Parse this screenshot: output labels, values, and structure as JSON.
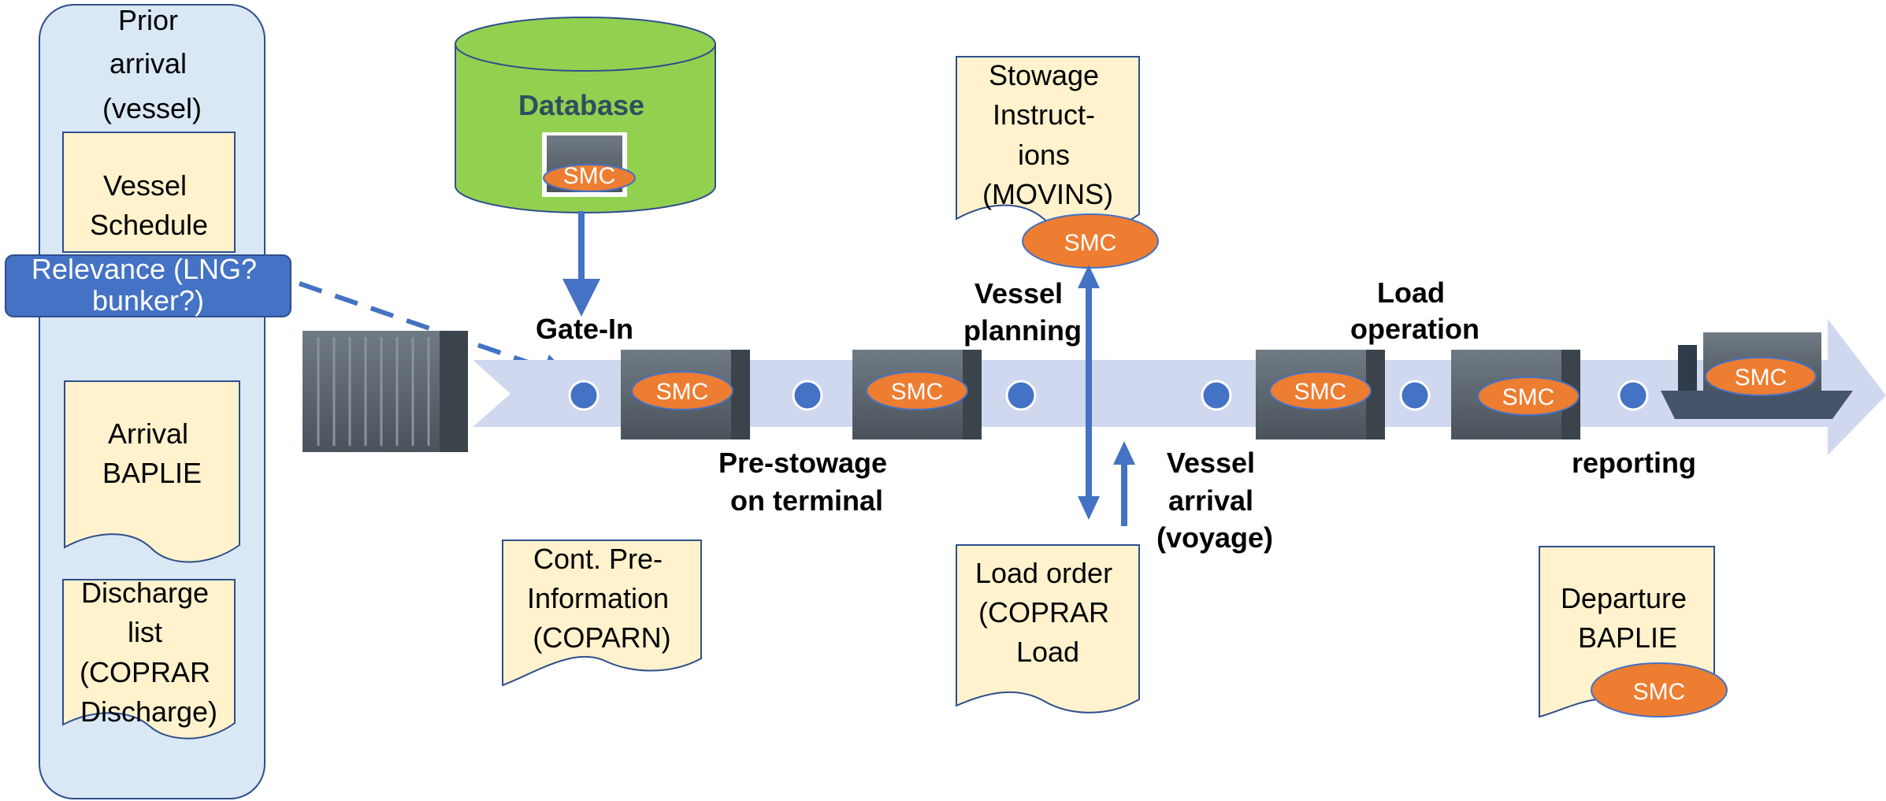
{
  "prior_arrival": {
    "title_lines": [
      "Prior",
      "arrival",
      "(vessel)"
    ],
    "vessel_schedule": [
      "Vessel",
      "Schedule"
    ],
    "relevance": [
      "Relevance (LNG?",
      "bunker?)"
    ],
    "arrival_baplie": [
      "Arrival",
      "BAPLIE"
    ],
    "discharge_list": [
      "Discharge",
      "list",
      "(COPRAR",
      "Discharge)"
    ]
  },
  "database": {
    "label": "Database",
    "smc": "SMC"
  },
  "steps": {
    "gate_in": [
      "Gate-In"
    ],
    "pre_stowage": [
      "Pre-stowage",
      "on terminal"
    ],
    "vessel_planning": [
      "Vessel",
      "planning"
    ],
    "vessel_arrival": [
      "Vessel",
      "arrival",
      "(voyage)"
    ],
    "load_operation": [
      "Load",
      "operation"
    ],
    "reporting": [
      "reporting"
    ]
  },
  "documents": {
    "coparn": [
      "Cont. Pre-",
      "Information",
      "(COPARN)"
    ],
    "movins": [
      "Stowage",
      "Instruct-",
      "ions",
      "(MOVINS)"
    ],
    "load_order": [
      "Load order",
      "(COPRAR",
      "Load"
    ],
    "departure_baplie": [
      "Departure",
      "BAPLIE"
    ]
  },
  "smc_label": "SMC",
  "colors": {
    "flow_band": "#cfd8ee",
    "arrow_blue": "#4472c4",
    "smc_orange": "#ed7d31",
    "doc_fill": "#fff2cc",
    "database_green": "#92d050",
    "panel_fill": "#dae8f6",
    "ship_hull": "#44546a"
  },
  "icons": [
    "container-icon",
    "ship-icon",
    "database-icon"
  ]
}
